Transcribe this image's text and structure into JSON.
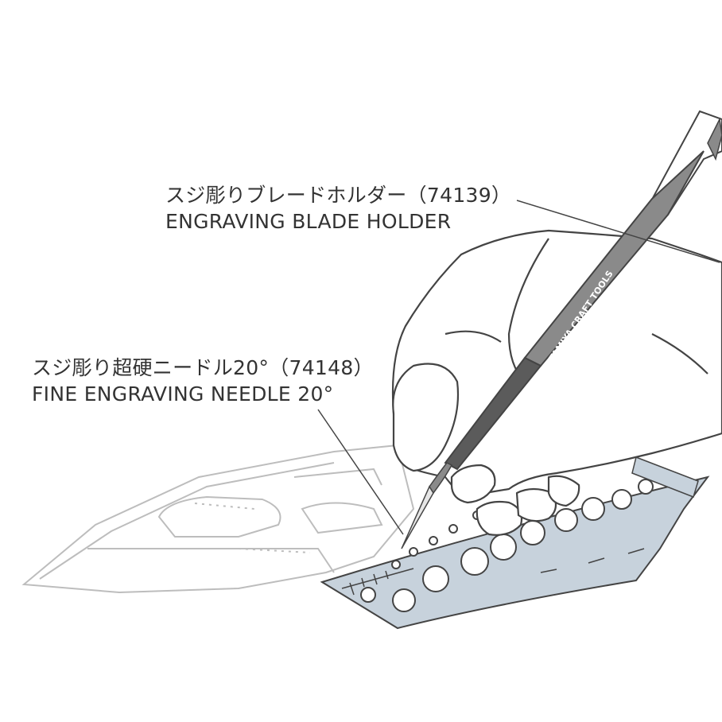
{
  "labels": {
    "holder": {
      "jp": "スジ彫りブレードホルダー（74139）",
      "en": "ENGRAVING BLADE HOLDER"
    },
    "needle": {
      "jp": "スジ彫り超硬ニードル20°（74148）",
      "en": "FINE ENGRAVING NEEDLE 20°"
    }
  },
  "logo_text": "TAMIYA CRAFT TOOLS",
  "colors": {
    "line": "#444444",
    "faint_line": "#bfbfbf",
    "tool_gray": "#8a8a8a",
    "tool_dark": "#5b5b5b",
    "template_fill": "#c7d2dc",
    "text": "#333333"
  }
}
